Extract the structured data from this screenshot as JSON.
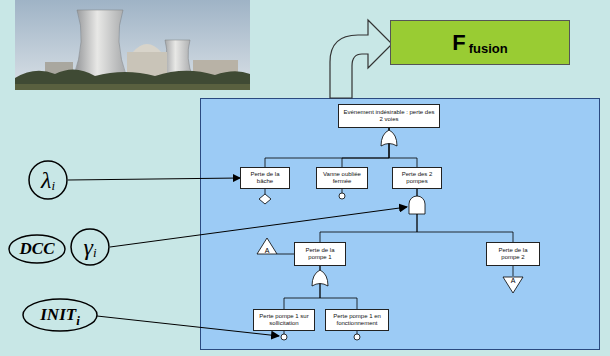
{
  "diagram": {
    "nodes": [
      {
        "text": [
          "F",
          "fusion"
        ]
      },
      {
        "text": [
          "λ",
          "i"
        ]
      },
      {
        "text": [
          "Evénement indésirable : perte des 2 voies"
        ]
      },
      {
        "text": [
          "Perte de la bâche"
        ]
      },
      {
        "text": [
          "Vanne oubliée fermée"
        ]
      },
      {
        "text": [
          "Perte des 2 pompes"
        ]
      },
      {
        "text": [
          "DCC"
        ]
      },
      {
        "text": [
          "γ",
          "i"
        ]
      },
      {
        "text": [
          "Perte de la pompe 1"
        ]
      },
      {
        "text": [
          "Perte de la pompe 2"
        ]
      },
      {
        "text": [
          "A"
        ]
      },
      {
        "text": [
          "A"
        ]
      },
      {
        "text": [
          "INIT",
          "i"
        ]
      },
      {
        "text": [
          "Perte pompe 1 sur sollicitation"
        ]
      },
      {
        "text": [
          "Perte pompe 1 en fonctionnement"
        ]
      }
    ],
    "edges": [
      {
        "from": 1,
        "to": 3,
        "arrow": "to"
      },
      {
        "from": 2,
        "to": 3,
        "arrow": "none"
      },
      {
        "from": 2,
        "to": 4,
        "arrow": "none"
      },
      {
        "from": 2,
        "to": 5,
        "arrow": "none"
      },
      {
        "from": 5,
        "to": 8,
        "arrow": "none"
      },
      {
        "from": 5,
        "to": 9,
        "arrow": "none"
      },
      {
        "from": 8,
        "to": 10,
        "arrow": "none"
      },
      {
        "from": 9,
        "to": 11,
        "arrow": "none"
      },
      {
        "from": 8,
        "to": 13,
        "arrow": "none"
      },
      {
        "from": 8,
        "to": 14,
        "arrow": "none"
      }
    ]
  }
}
